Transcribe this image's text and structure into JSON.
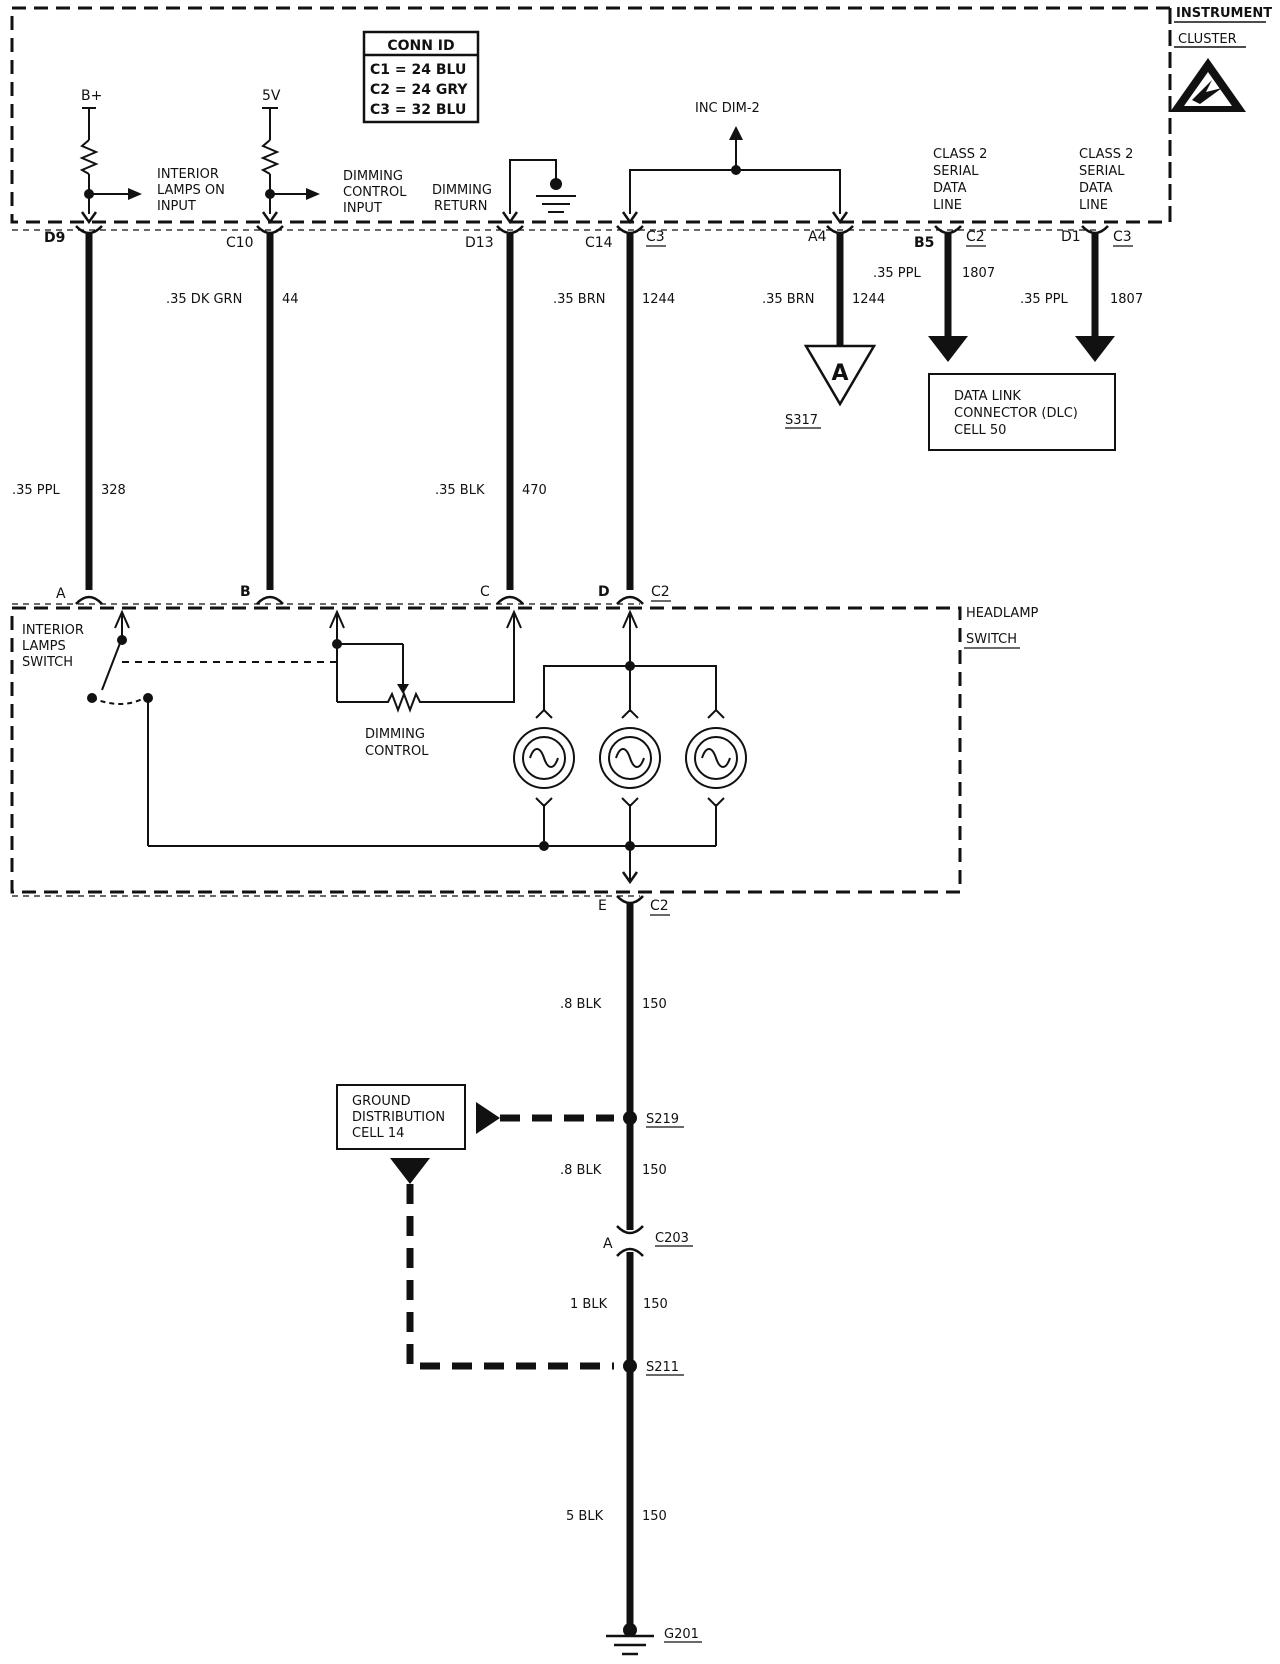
{
  "instrument_cluster": {
    "line1": "INSTRUMENT",
    "line2": "CLUSTER"
  },
  "conn_id": {
    "title": "CONN ID",
    "rows": [
      "C1 = 24 BLU",
      "C2 = 24 GRY",
      "C3 = 32 BLU"
    ]
  },
  "supplies": {
    "bplus": "B+",
    "five_v": "5V"
  },
  "cluster_inputs": {
    "interior_lamps_on": [
      "INTERIOR",
      "LAMPS ON",
      "INPUT"
    ],
    "dimming_control": [
      "DIMMING",
      "CONTROL",
      "INPUT"
    ],
    "dimming_return": [
      "DIMMING",
      "RETURN"
    ],
    "inc_dim": "INC DIM-2",
    "class2_b5": [
      "CLASS 2",
      "SERIAL",
      "DATA",
      "LINE"
    ],
    "class2_d1": [
      "CLASS 2",
      "SERIAL",
      "DATA",
      "LINE"
    ]
  },
  "cluster_pins": {
    "d9": "D9",
    "c10": "C10",
    "d13": "D13",
    "c14": "C14",
    "c14_conn": "C3",
    "a4": "A4",
    "b5": "B5",
    "b5_conn": "C2",
    "d1": "D1",
    "d1_conn": "C3"
  },
  "wires": {
    "dk_grn_44": {
      "size": ".35 DK GRN",
      "circuit": "44"
    },
    "brn_1244_c14": {
      "size": ".35 BRN",
      "circuit": "1244"
    },
    "brn_1244_a4": {
      "size": ".35 BRN",
      "circuit": "1244"
    },
    "ppl_1807_b5": {
      "size": ".35 PPL",
      "circuit": "1807"
    },
    "ppl_1807_d1": {
      "size": ".35 PPL",
      "circuit": "1807"
    },
    "ppl_328": {
      "size": ".35 PPL",
      "circuit": "328"
    },
    "blk_470": {
      "size": ".35 BLK",
      "circuit": "470"
    },
    "blk_150_a": {
      "size": ".8 BLK",
      "circuit": "150"
    },
    "blk_150_b": {
      "size": ".8 BLK",
      "circuit": "150"
    },
    "blk_150_c": {
      "size": "1 BLK",
      "circuit": "150"
    },
    "blk_150_d": {
      "size": "5 BLK",
      "circuit": "150"
    }
  },
  "splice_a": {
    "letter": "A",
    "ref": "S317"
  },
  "dlc": [
    "DATA LINK",
    "CONNECTOR (DLC)",
    "CELL 50"
  ],
  "headlamp_switch": {
    "title_line1": "HEADLAMP",
    "title_line2": "SWITCH",
    "pins": {
      "a": "A",
      "b": "B",
      "c": "C",
      "d": "D",
      "d_conn": "C2",
      "e": "E",
      "e_conn": "C2"
    },
    "interior_switch": [
      "INTERIOR",
      "LAMPS",
      "SWITCH"
    ],
    "dimming_control": [
      "DIMMING",
      "CONTROL"
    ]
  },
  "ground_dist": [
    "GROUND",
    "DISTRIBUTION",
    "CELL 14"
  ],
  "ground_path": {
    "s219": "S219",
    "c203_pin": "A",
    "c203": "C203",
    "s211": "S211",
    "g201": "G201"
  }
}
